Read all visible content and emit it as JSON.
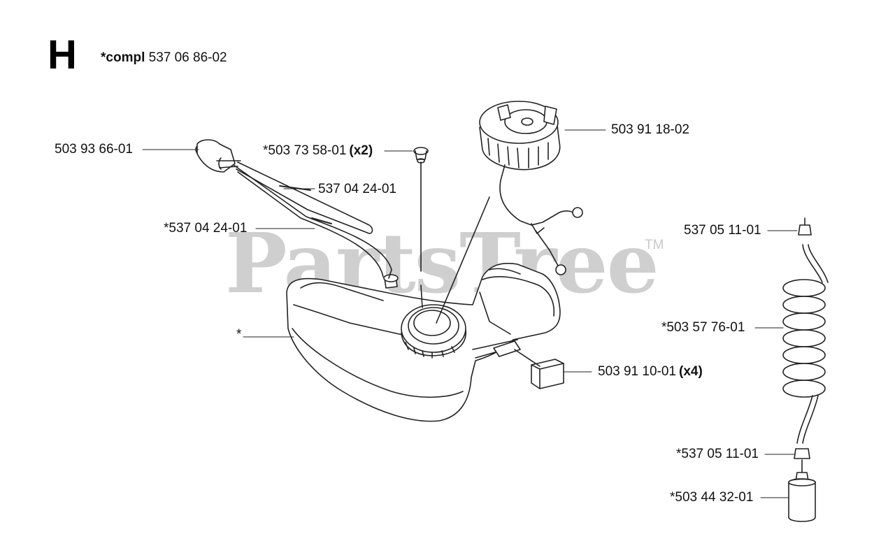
{
  "header": {
    "section_letter": "H",
    "assembly_prefix": "*compl",
    "assembly_number": "537 06 86-02"
  },
  "watermark": {
    "text": "PartsTree",
    "trademark": "TM"
  },
  "parts": [
    {
      "id": "primer-bulb",
      "number": "503 93 66-01",
      "qty": ""
    },
    {
      "id": "grommet",
      "number": "*503 73 58-01",
      "qty": "(x2)"
    },
    {
      "id": "fuel-hose-upper",
      "number": "537 04 24-01",
      "qty": ""
    },
    {
      "id": "fuel-hose-lower",
      "number": "*537 04 24-01",
      "qty": ""
    },
    {
      "id": "fuel-cap",
      "number": "503 91 18-02",
      "qty": ""
    },
    {
      "id": "fuel-tank",
      "number": "*",
      "qty": ""
    },
    {
      "id": "rubber-mount",
      "number": "503 91 10-01",
      "qty": "(x4)"
    },
    {
      "id": "connector-top",
      "number": "537 05 11-01",
      "qty": ""
    },
    {
      "id": "coiled-fuel-line",
      "number": "*503 57 76-01",
      "qty": ""
    },
    {
      "id": "connector-bottom",
      "number": "*537 05 11-01",
      "qty": ""
    },
    {
      "id": "fuel-filter",
      "number": "*503 44 32-01",
      "qty": ""
    }
  ]
}
